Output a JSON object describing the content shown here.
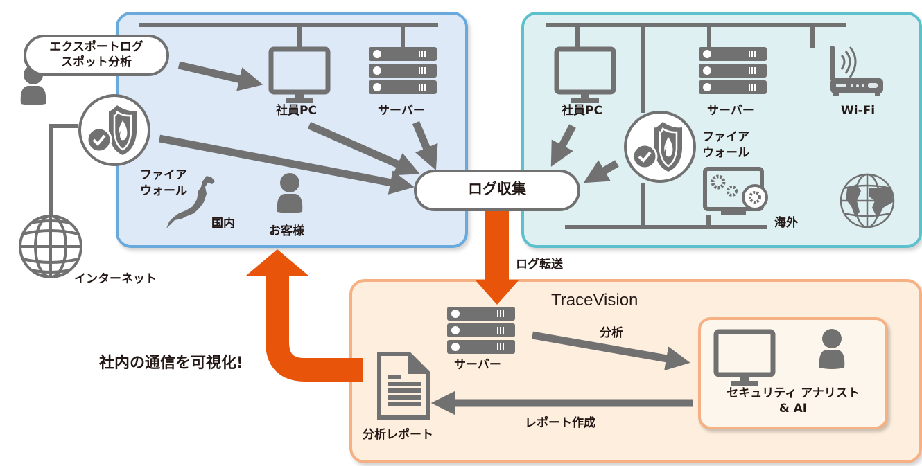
{
  "diagram": {
    "title": "TraceVision log collection and analysis flow",
    "colors": {
      "icon_gray": "#717171",
      "domestic_fill": "#dde9f7",
      "domestic_border": "#69a9dc",
      "overseas_fill": "#def0f2",
      "overseas_border": "#5cc0cd",
      "tracevision_fill": "#fdeedd",
      "tracevision_border": "#f5b183",
      "accent_arrow": "#e8540a"
    },
    "external": {
      "speech_bubble": [
        "エクスポートログ",
        "スポット分析"
      ],
      "internet_label": "インターネット",
      "firewall_label": [
        "ファイア",
        "ウォール"
      ]
    },
    "domestic": {
      "employee_pc_label": "社員PC",
      "server_label": "サーバー",
      "region_label": "国内",
      "customer_label": "お客様"
    },
    "overseas": {
      "employee_pc_label": "社員PC",
      "server_label": "サーバー",
      "wifi_label": "Wi-Fi",
      "firewall_label": [
        "ファイア",
        "ウォール"
      ],
      "region_label": "海外"
    },
    "log_collection": {
      "label": "ログ収集",
      "transfer_label": "ログ転送"
    },
    "tracevision": {
      "title": "TraceVision",
      "server_label": "サーバー",
      "analyze_label": "分析",
      "report_create_label": "レポート作成",
      "analyst_label": [
        "セキュリティ アナリスト",
        "& AI"
      ],
      "report_label": "分析レポート"
    },
    "callout": "社内の通信を可視化!",
    "icons": [
      "person-icon",
      "firewall-shield-icon",
      "globe-icon",
      "monitor-icon",
      "server-rack-icon",
      "japan-map-icon",
      "wifi-router-icon",
      "settings-monitor-icon",
      "world-map-globe-icon",
      "document-icon"
    ]
  }
}
